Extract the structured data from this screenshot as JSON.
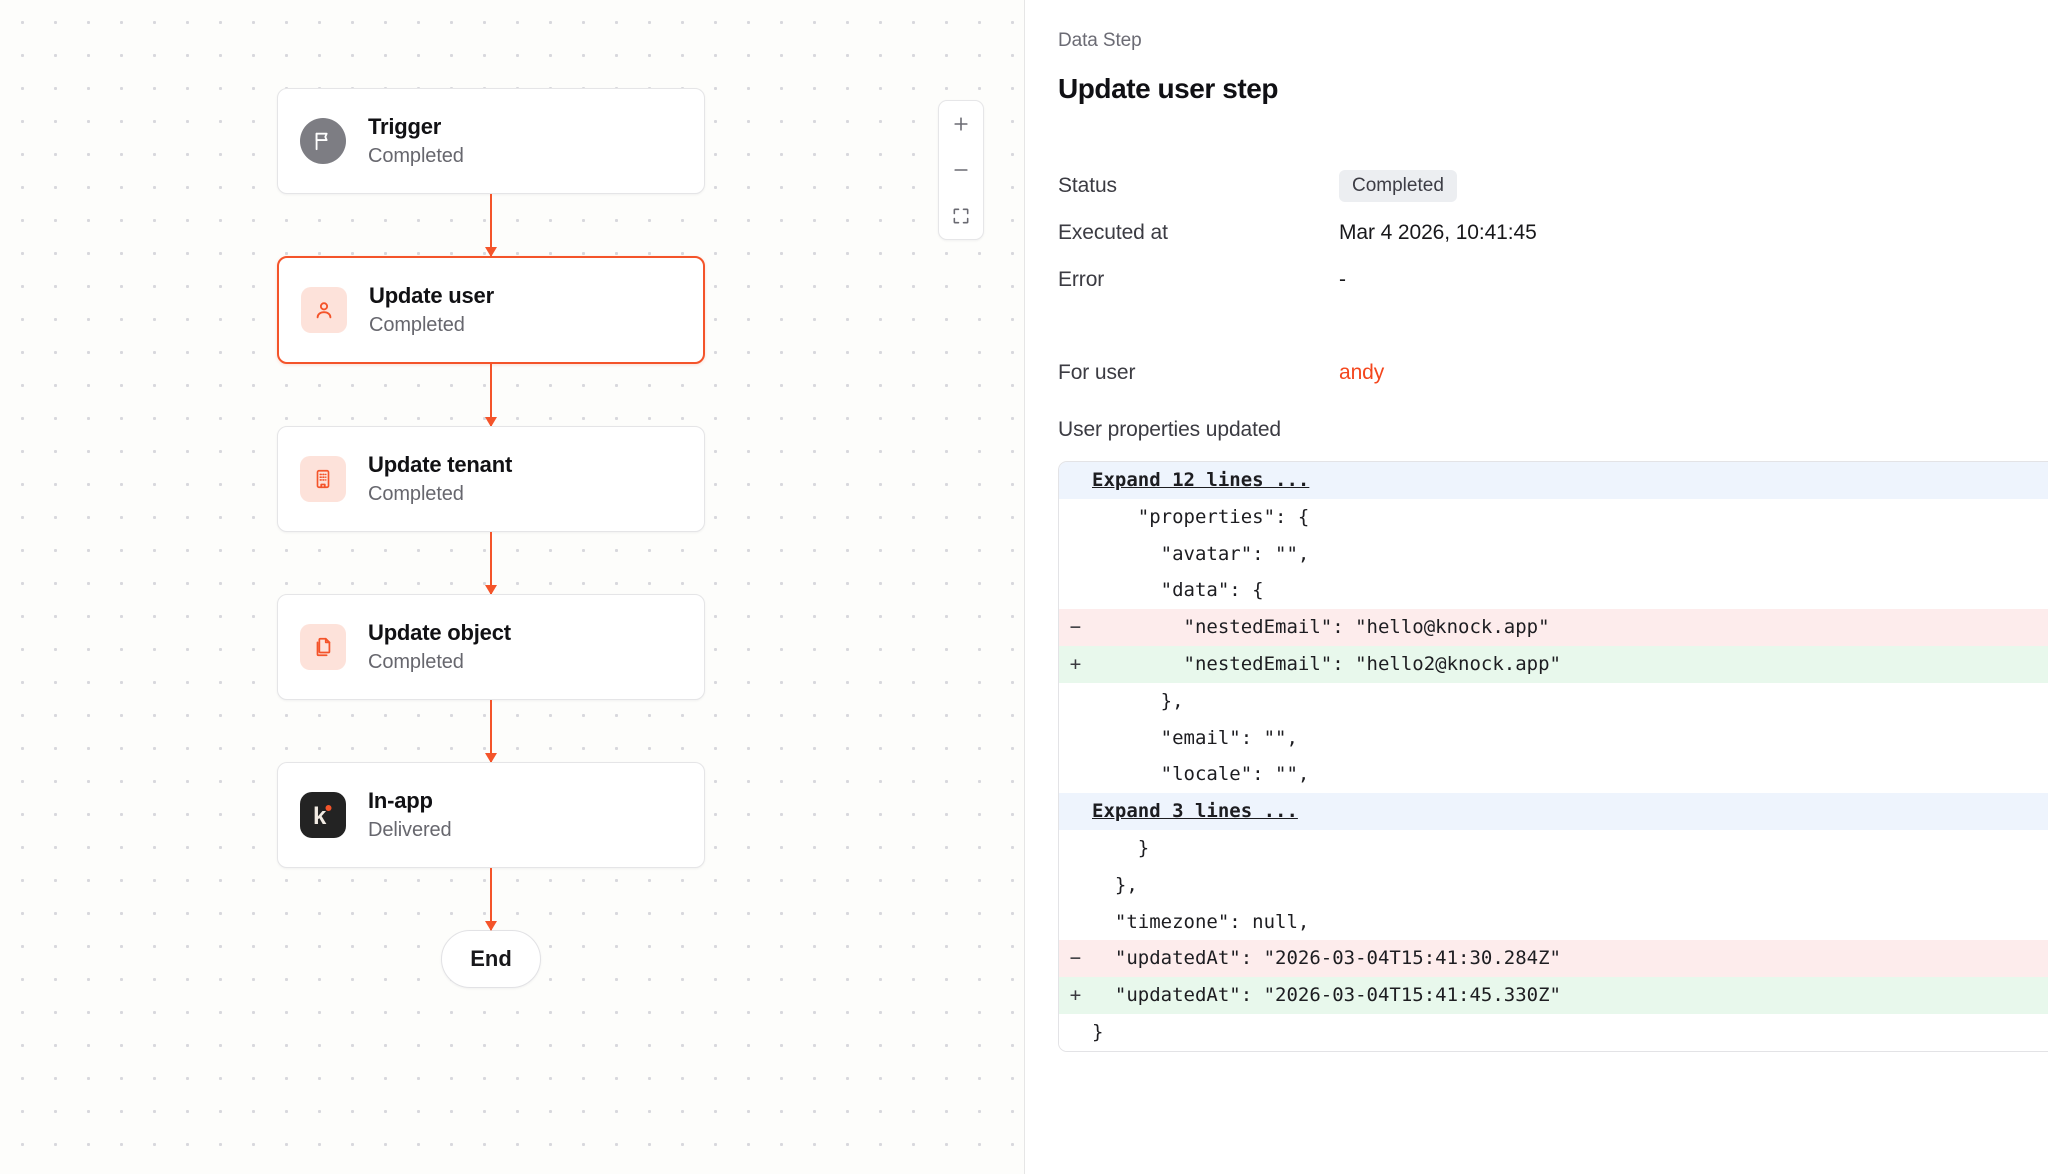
{
  "canvas": {
    "zoom_controls": {
      "zoom_in_label": "+",
      "zoom_out_label": "−",
      "fit_view_label": "fit-view"
    },
    "nodes": [
      {
        "title": "Trigger",
        "status": "Completed",
        "icon": "flag-icon",
        "icon_style": "circle-gray",
        "selected": false
      },
      {
        "title": "Update user",
        "status": "Completed",
        "icon": "user-icon",
        "icon_style": "tint",
        "selected": true
      },
      {
        "title": "Update tenant",
        "status": "Completed",
        "icon": "building-icon",
        "icon_style": "tint",
        "selected": false
      },
      {
        "title": "Update object",
        "status": "Completed",
        "icon": "copy-icon",
        "icon_style": "tint",
        "selected": false
      },
      {
        "title": "In-app",
        "status": "Delivered",
        "icon": "knock-logo-icon",
        "icon_style": "dark",
        "selected": false
      }
    ],
    "end_label": "End"
  },
  "panel": {
    "eyebrow": "Data Step",
    "title": "Update user step",
    "meta": [
      {
        "label": "Status",
        "value": "Completed",
        "kind": "badge"
      },
      {
        "label": "Executed at",
        "value": "Mar 4 2026, 10:41:45",
        "kind": "text"
      },
      {
        "label": "Error",
        "value": "-",
        "kind": "text"
      }
    ],
    "for_user": {
      "label": "For user",
      "value": "andy"
    },
    "properties_label": "User properties updated",
    "diff": [
      {
        "type": "expand",
        "sign": "",
        "code": "Expand 12 lines ..."
      },
      {
        "type": "ctx",
        "sign": "",
        "code": "    \"properties\": {"
      },
      {
        "type": "ctx",
        "sign": "",
        "code": "      \"avatar\": \"\","
      },
      {
        "type": "ctx",
        "sign": "",
        "code": "      \"data\": {"
      },
      {
        "type": "del",
        "sign": "−",
        "code": "        \"nestedEmail\": \"hello@knock.app\""
      },
      {
        "type": "add",
        "sign": "+",
        "code": "        \"nestedEmail\": \"hello2@knock.app\""
      },
      {
        "type": "ctx",
        "sign": "",
        "code": "      },"
      },
      {
        "type": "ctx",
        "sign": "",
        "code": "      \"email\": \"\","
      },
      {
        "type": "ctx",
        "sign": "",
        "code": "      \"locale\": \"\","
      },
      {
        "type": "expand",
        "sign": "",
        "code": "Expand 3 lines ..."
      },
      {
        "type": "ctx",
        "sign": "",
        "code": "    }"
      },
      {
        "type": "ctx",
        "sign": "",
        "code": "  },"
      },
      {
        "type": "ctx",
        "sign": "",
        "code": "  \"timezone\": null,"
      },
      {
        "type": "del",
        "sign": "−",
        "code": "  \"updatedAt\": \"2026-03-04T15:41:30.284Z\""
      },
      {
        "type": "add",
        "sign": "+",
        "code": "  \"updatedAt\": \"2026-03-04T15:41:45.330Z\""
      },
      {
        "type": "ctx",
        "sign": "",
        "code": "}"
      }
    ]
  },
  "colors": {
    "accent": "#f4542a",
    "link": "#f4461d",
    "diff_add": "#e8f8ec",
    "diff_del": "#fdecec",
    "diff_expand": "#eef4fd"
  }
}
